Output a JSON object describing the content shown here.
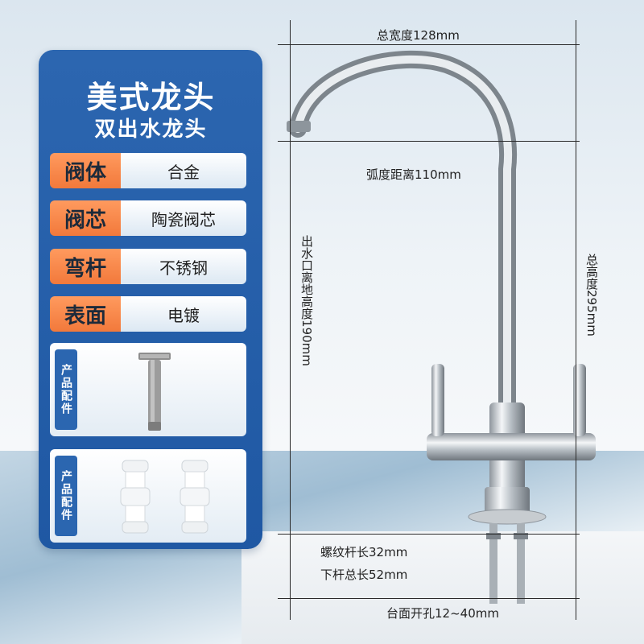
{
  "titles": {
    "main": "美式龙头",
    "sub": "双出水龙头"
  },
  "specs": [
    {
      "key": "阀体",
      "value": "合金"
    },
    {
      "key": "阀芯",
      "value": "陶瓷阀芯"
    },
    {
      "key": "弯杆",
      "value": "不锈钢"
    },
    {
      "key": "表面",
      "value": "电镀"
    }
  ],
  "accessories": [
    {
      "label": "产品配件",
      "item": "extension-rod"
    },
    {
      "label": "产品配件",
      "item": "quick-connectors"
    }
  ],
  "dimensions": {
    "total_width": "总宽度128mm",
    "arc_distance": "弧度距离110mm",
    "outlet_height": "出水口离地高度190mm",
    "total_height": "总高度295mm",
    "thread_length": "螺纹杆长32mm",
    "lower_rod_length": "下杆总长52mm",
    "hole_size": "台面开孔12~40mm"
  },
  "colors": {
    "panel_blue": "#2c66b0",
    "key_orange": "#f2793b",
    "chrome": "#c9ced3"
  }
}
